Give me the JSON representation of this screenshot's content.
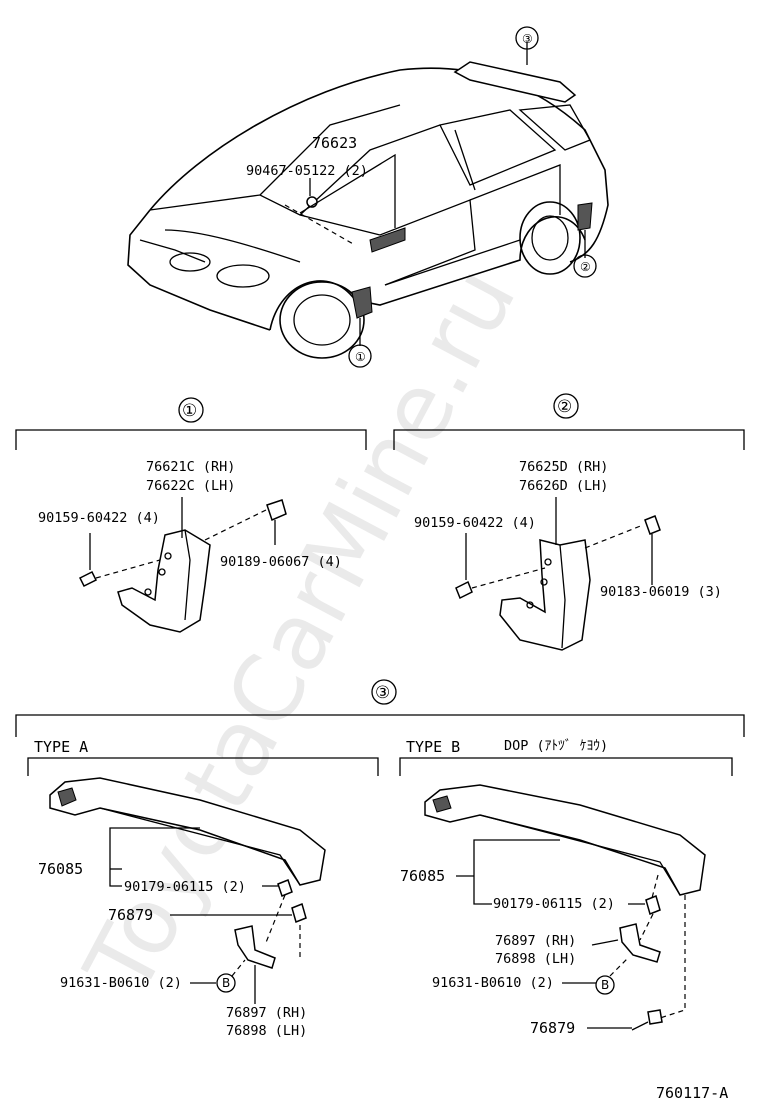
{
  "watermark": "ToyotaCarMine.ru",
  "diagram_code": "760117-A",
  "overview": {
    "callout_1": "①",
    "callout_2": "②",
    "callout_3": "③",
    "part_main": "76623",
    "part_bolt": "90467-05122 (2)"
  },
  "section_1": {
    "marker": "①",
    "mudguard_rh": "76621C (RH)",
    "mudguard_lh": "76622C (LH)",
    "screw": "90159-60422 (4)",
    "nut": "90189-06067 (4)"
  },
  "section_2": {
    "marker": "②",
    "mudguard_rh": "76625D (RH)",
    "mudguard_lh": "76626D (LH)",
    "screw": "90159-60422 (4)",
    "nut": "90183-06019 (3)"
  },
  "section_3": {
    "marker": "③",
    "type_a": {
      "title": "TYPE  A",
      "spoiler": "76085",
      "nut": "90179-06115 (2)",
      "cover": "76879",
      "clip": "91631-B0610 (2)",
      "clip_marker": "B",
      "bracket_rh": "76897 (RH)",
      "bracket_lh": "76898 (LH)"
    },
    "type_b": {
      "title": "TYPE  B",
      "subtitle": "DOP (ｱﾄﾂﾞ ｹﾖｳ)",
      "spoiler": "76085",
      "nut": "90179-06115 (2)",
      "bracket_rh": "76897 (RH)",
      "bracket_lh": "76898 (LH)",
      "clip": "91631-B0610 (2)",
      "clip_marker": "B",
      "cover": "76879"
    }
  }
}
